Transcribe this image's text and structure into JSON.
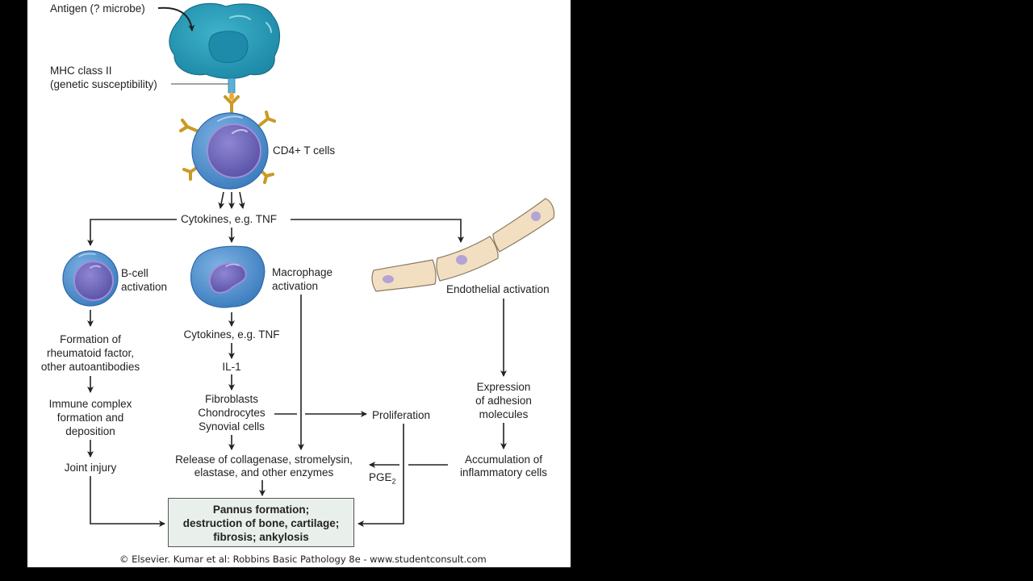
{
  "diagram": {
    "title": "Pathogenesis of rheumatoid arthritis",
    "labels": {
      "antigen": "Antigen (? microbe)",
      "mhc_line1": "MHC class II",
      "mhc_line2": "(genetic susceptibility)",
      "cd4": "CD4+ T cells",
      "cytokines_top": "Cytokines, e.g. TNF",
      "bcell_line1": "B-cell",
      "bcell_line2": "activation",
      "macrophage_line1": "Macrophage",
      "macrophage_line2": "activation",
      "endothelial": "Endothelial activation",
      "rf_line1": "Formation of",
      "rf_line2": "rheumatoid factor,",
      "rf_line3": "other autoantibodies",
      "cytokines_mid": "Cytokines, e.g. TNF",
      "il1": "IL-1",
      "immune_line1": "Immune complex",
      "immune_line2": "formation and",
      "immune_line3": "deposition",
      "fibro_line1": "Fibroblasts",
      "fibro_line2": "Chondrocytes",
      "fibro_line3": "Synovial cells",
      "proliferation": "Proliferation",
      "adhesion_line1": "Expression",
      "adhesion_line2": "of adhesion",
      "adhesion_line3": "molecules",
      "joint_injury": "Joint injury",
      "release_line1": "Release of collagenase, stromelysin,",
      "release_line2": "elastase, and other enzymes",
      "pge_base": "PGE",
      "pge_sub": "2",
      "accum_line1": "Accumulation of",
      "accum_line2": "inflammatory cells"
    },
    "outcome": {
      "line1": "Pannus formation;",
      "line2": "destruction of bone, cartilage;",
      "line3": "fibrosis; ankylosis"
    },
    "credit": "© Elsevier. Kumar et al: Robbins Basic Pathology 8e - www.studentconsult.com",
    "colors": {
      "apc": "#2a9bb5",
      "apc_nucleus": "#1f86a6",
      "lymphocyte": "#4f8fcf",
      "lymphocyte_nucleus": "#7a72c4",
      "receptor": "#d4a935",
      "endothelium": "#f2dfc2",
      "endothelium_nucleus": "#b4a3d6",
      "outcome_box": "#e9f0eb",
      "arrow": "#222222"
    }
  }
}
